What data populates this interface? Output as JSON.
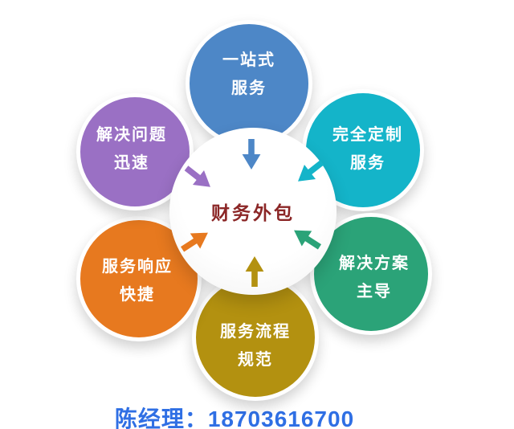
{
  "diagram": {
    "center": {
      "label": "财务外包",
      "color": "#8b2626"
    },
    "petals": [
      {
        "name": "one-stop-service",
        "line1": "一站式",
        "line2": "服务",
        "color": "#4d87c7"
      },
      {
        "name": "fully-customized",
        "line1": "完全定制",
        "line2": "服务",
        "color": "#14b4c9"
      },
      {
        "name": "solution-led",
        "line1": "解决方案",
        "line2": "主导",
        "color": "#2ba378"
      },
      {
        "name": "standard-process",
        "line1": "服务流程",
        "line2": "规范",
        "color": "#b39110"
      },
      {
        "name": "fast-response",
        "line1": "服务响应",
        "line2": "快捷",
        "color": "#e7791f"
      },
      {
        "name": "quick-problem-solving",
        "line1": "解决问题",
        "line2": "迅速",
        "color": "#9a70c4"
      }
    ]
  },
  "footer": {
    "contact": "陈经理：18703616700",
    "color": "#2f6fe4"
  }
}
